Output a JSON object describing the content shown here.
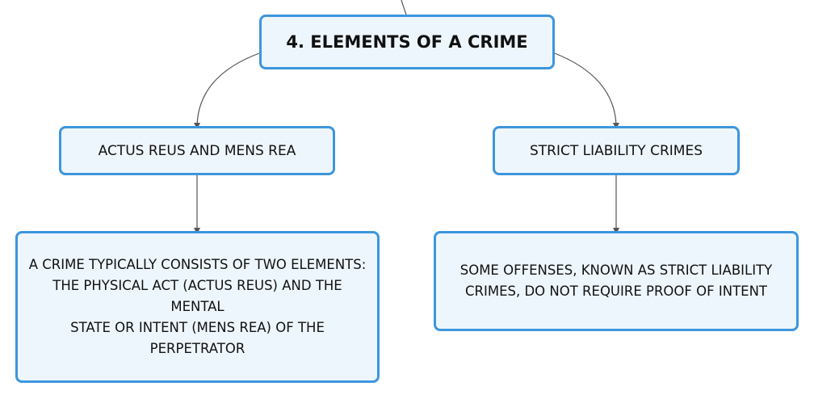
{
  "root": {
    "label": "4. ELEMENTS OF A CRIME"
  },
  "branches": [
    {
      "label": "ACTUS REUS AND MENS REA",
      "detail": "A CRIME TYPICALLY CONSISTS OF TWO ELEMENTS:\nTHE PHYSICAL ACT (ACTUS REUS) AND THE MENTAL\nSTATE OR INTENT (MENS REA) OF THE PERPETRATOR"
    },
    {
      "label": "STRICT LIABILITY CRIMES",
      "detail": "SOME OFFENSES, KNOWN AS STRICT LIABILITY\nCRIMES, DO NOT REQUIRE PROOF OF INTENT"
    }
  ],
  "colors": {
    "node_border": "#3d96dc",
    "node_fill": "#eef6fd",
    "connector": "#555555"
  }
}
